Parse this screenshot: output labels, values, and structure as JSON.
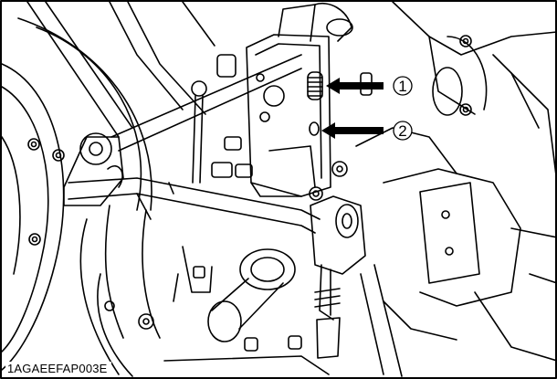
{
  "figure": {
    "code": "1AGAEEFAP003E"
  },
  "callouts": [
    {
      "number": "1"
    },
    {
      "number": "2"
    }
  ],
  "colors": {
    "line": "#000000",
    "background": "#ffffff"
  }
}
